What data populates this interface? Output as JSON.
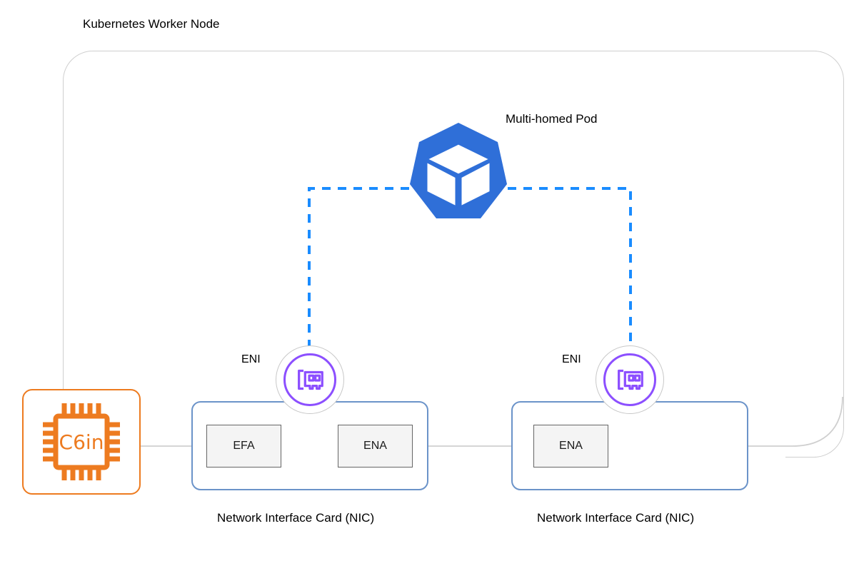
{
  "diagram": {
    "title": "Kubernetes Worker Node",
    "background_color": "#ffffff"
  },
  "worker_node": {
    "label": "Kubernetes Worker Node",
    "border_color": "#cfcfcf"
  },
  "pod": {
    "label": "Multi-homed Pod",
    "icon": "kubernetes-logo-icon",
    "color": "#2f6fd8"
  },
  "instance": {
    "label": "C6in",
    "icon": "cpu-chip-icon",
    "color": "#ed7b20"
  },
  "connections": {
    "pod_to_eni_color": "#1a8cff",
    "pod_to_eni_style": "dashed",
    "bus_color": "#cfcfcf",
    "bus_style": "solid"
  },
  "enis": [
    {
      "label": "ENI",
      "icon": "network-interface-card-icon",
      "ring_color": "#8c4fff",
      "outer_ring_color": "#c8c8c8"
    },
    {
      "label": "ENI",
      "icon": "network-interface-card-icon",
      "ring_color": "#8c4fff",
      "outer_ring_color": "#c8c8c8"
    }
  ],
  "nics": [
    {
      "caption": "Network Interface Card (NIC)",
      "border_color": "#6b93c9",
      "adapters": [
        {
          "label": "EFA"
        },
        {
          "label": "ENA"
        }
      ]
    },
    {
      "caption": "Network Interface Card (NIC)",
      "border_color": "#6b93c9",
      "adapters": [
        {
          "label": "ENA"
        }
      ]
    }
  ]
}
